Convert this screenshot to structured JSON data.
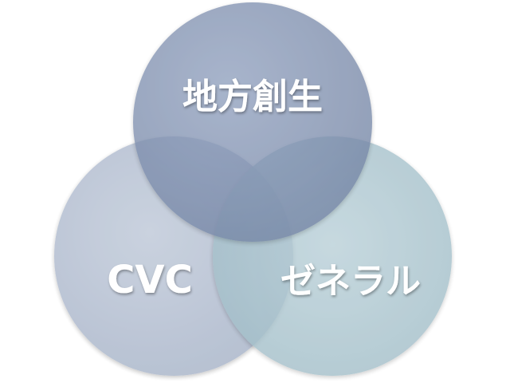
{
  "diagram": {
    "circles": [
      {
        "id": "top",
        "label": "地方創生",
        "color": "#7E8FAD"
      },
      {
        "id": "left",
        "label": "CVC",
        "color": "#B9C3D4"
      },
      {
        "id": "right",
        "label": "ゼネラル",
        "color": "#A9C4CD"
      }
    ]
  }
}
